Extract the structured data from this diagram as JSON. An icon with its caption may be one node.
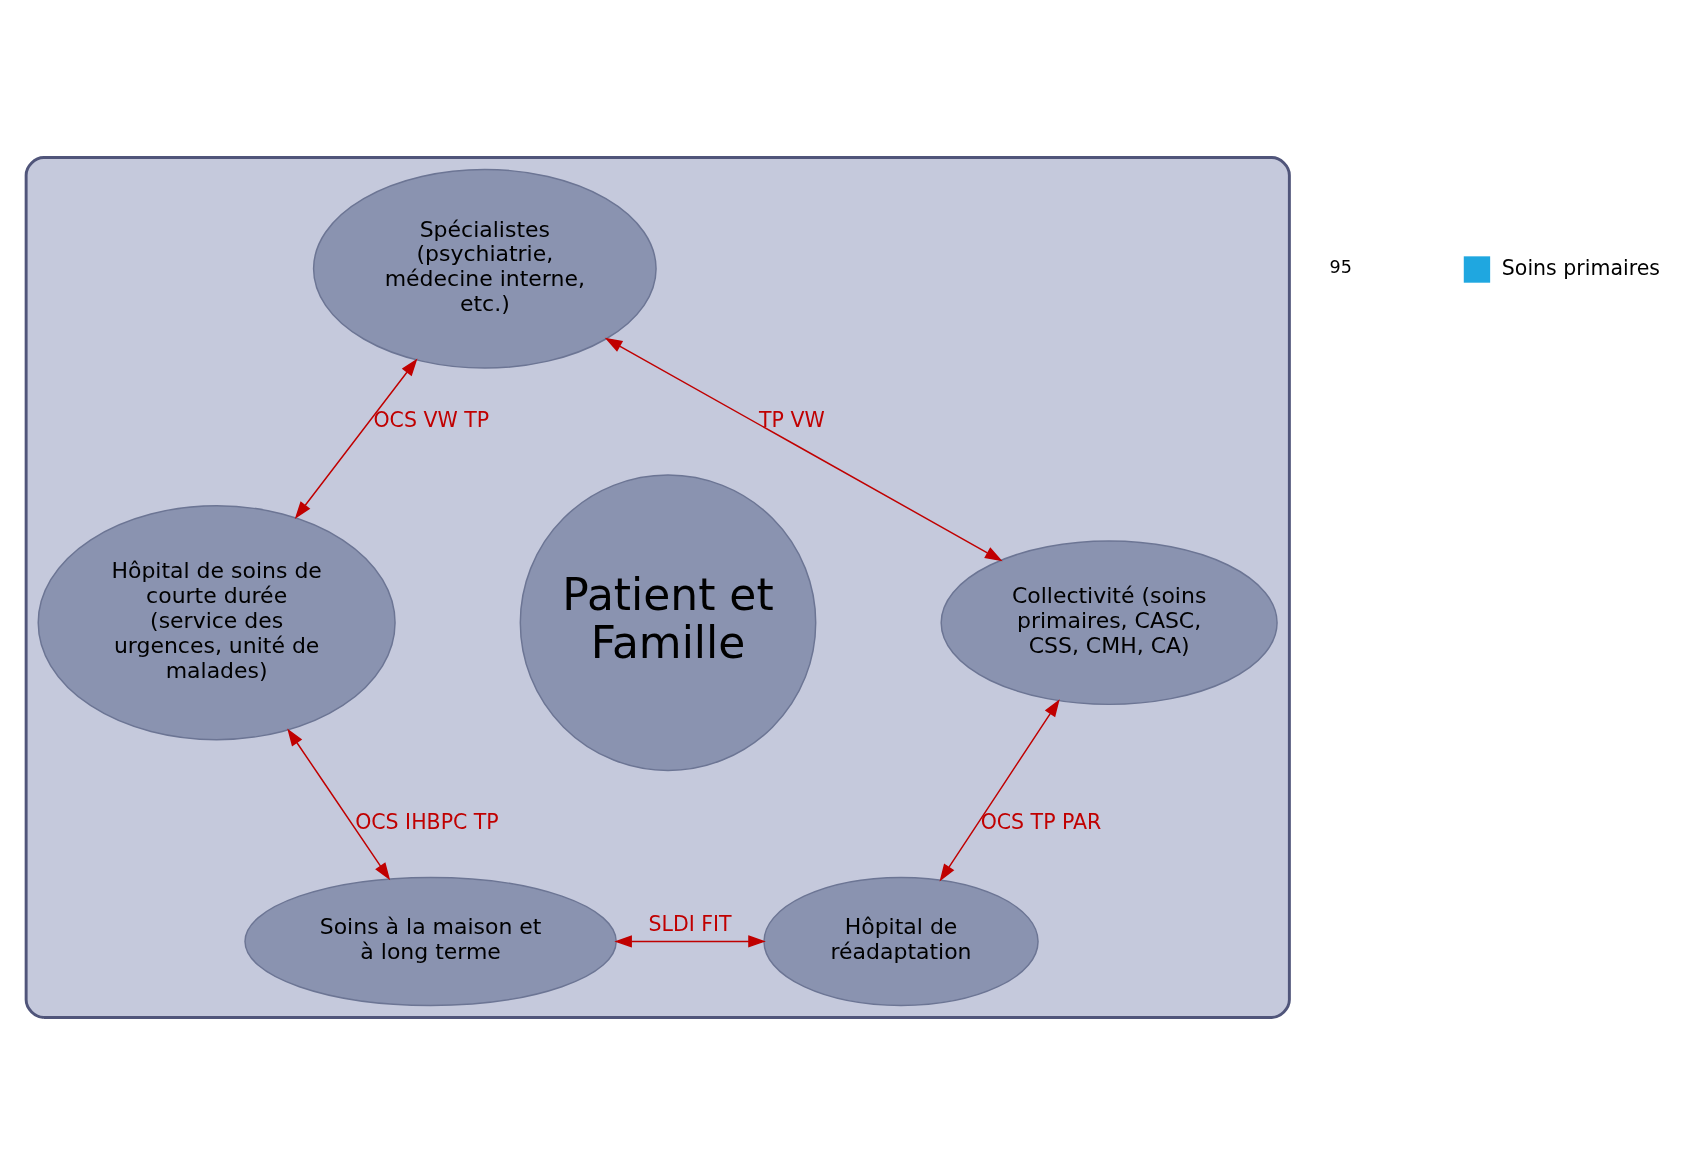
{
  "diagram": {
    "nodes": [
      {
        "text": [],
        "shape": "ellipse"
      },
      {
        "text": [
          "Spécialistes (psychiatrie, médecine interne, etc.)"
        ],
        "in": 0
      },
      {
        "text": [
          "Hôpital de soins de courte durée (service des urgences, unité de malades)"
        ],
        "in": 0
      },
      {
        "text": [
          "Patient et Famille"
        ],
        "in": 0
      },
      {
        "text": [
          "Collectivité (soins primaires, CASC, CSS, CMH, CA)"
        ],
        "in": 0
      },
      {
        "text": [
          "Soins à la maison et à long terme"
        ],
        "in": 0
      },
      {
        "text": [
          "Hôpital de réadaptation"
        ],
        "in": 0
      }
    ],
    "edges": [
      {
        "from": 2,
        "to": 1,
        "arrow": "both",
        "label": "OCS VW TP",
        "color": "#c00000"
      },
      {
        "from": 1,
        "to": 4,
        "arrow": "both",
        "label": "TP VW",
        "color": "#c00000"
      },
      {
        "from": 2,
        "to": 5,
        "arrow": "both",
        "label": "OCS IHBPC TP",
        "color": "#c00000"
      },
      {
        "from": 4,
        "to": 6,
        "arrow": "both",
        "label": "OCS TP PAR",
        "color": "#c00000"
      },
      {
        "from": 5,
        "to": 6,
        "arrow": "both",
        "label": "SLDI FIT",
        "color": "#c00000"
      }
    ],
    "labels": [
      "95"
    ],
    "legend": [
      {
        "text": "Soins primaires"
      }
    ]
  }
}
